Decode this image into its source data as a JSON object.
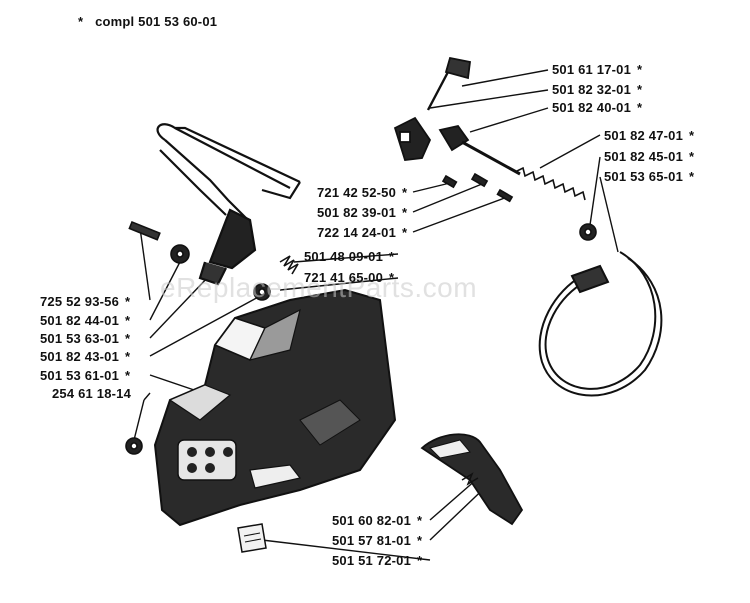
{
  "header_note": {
    "star": "*",
    "text": "compl 501 53 60-01"
  },
  "star": "*",
  "watermark": "eReplacementParts.com",
  "labels": [
    {
      "id": "p1",
      "text": "501 61 17-01"
    },
    {
      "id": "p2",
      "text": "501 82 32-01"
    },
    {
      "id": "p3",
      "text": "501 82 40-01"
    },
    {
      "id": "p4",
      "text": "501 82 47-01"
    },
    {
      "id": "p5",
      "text": "501 82 45-01"
    },
    {
      "id": "p6",
      "text": "501 53 65-01"
    },
    {
      "id": "p7",
      "text": "721 42 52-50"
    },
    {
      "id": "p8",
      "text": "501 82 39-01"
    },
    {
      "id": "p9",
      "text": "722 14 24-01"
    },
    {
      "id": "p10",
      "text": "501 48 09-01"
    },
    {
      "id": "p11",
      "text": "721 41 65-00"
    },
    {
      "id": "p12",
      "text": "725 52 93-56"
    },
    {
      "id": "p13",
      "text": "501 82 44-01"
    },
    {
      "id": "p14",
      "text": "501 53 63-01"
    },
    {
      "id": "p15",
      "text": "501 82 43-01"
    },
    {
      "id": "p16",
      "text": "501 53 61-01"
    },
    {
      "id": "p17",
      "text": "254 61 18-14"
    },
    {
      "id": "p18",
      "text": "501 60 82-01"
    },
    {
      "id": "p19",
      "text": "501 57 81-01"
    },
    {
      "id": "p20",
      "text": "501 51 72-01"
    }
  ]
}
